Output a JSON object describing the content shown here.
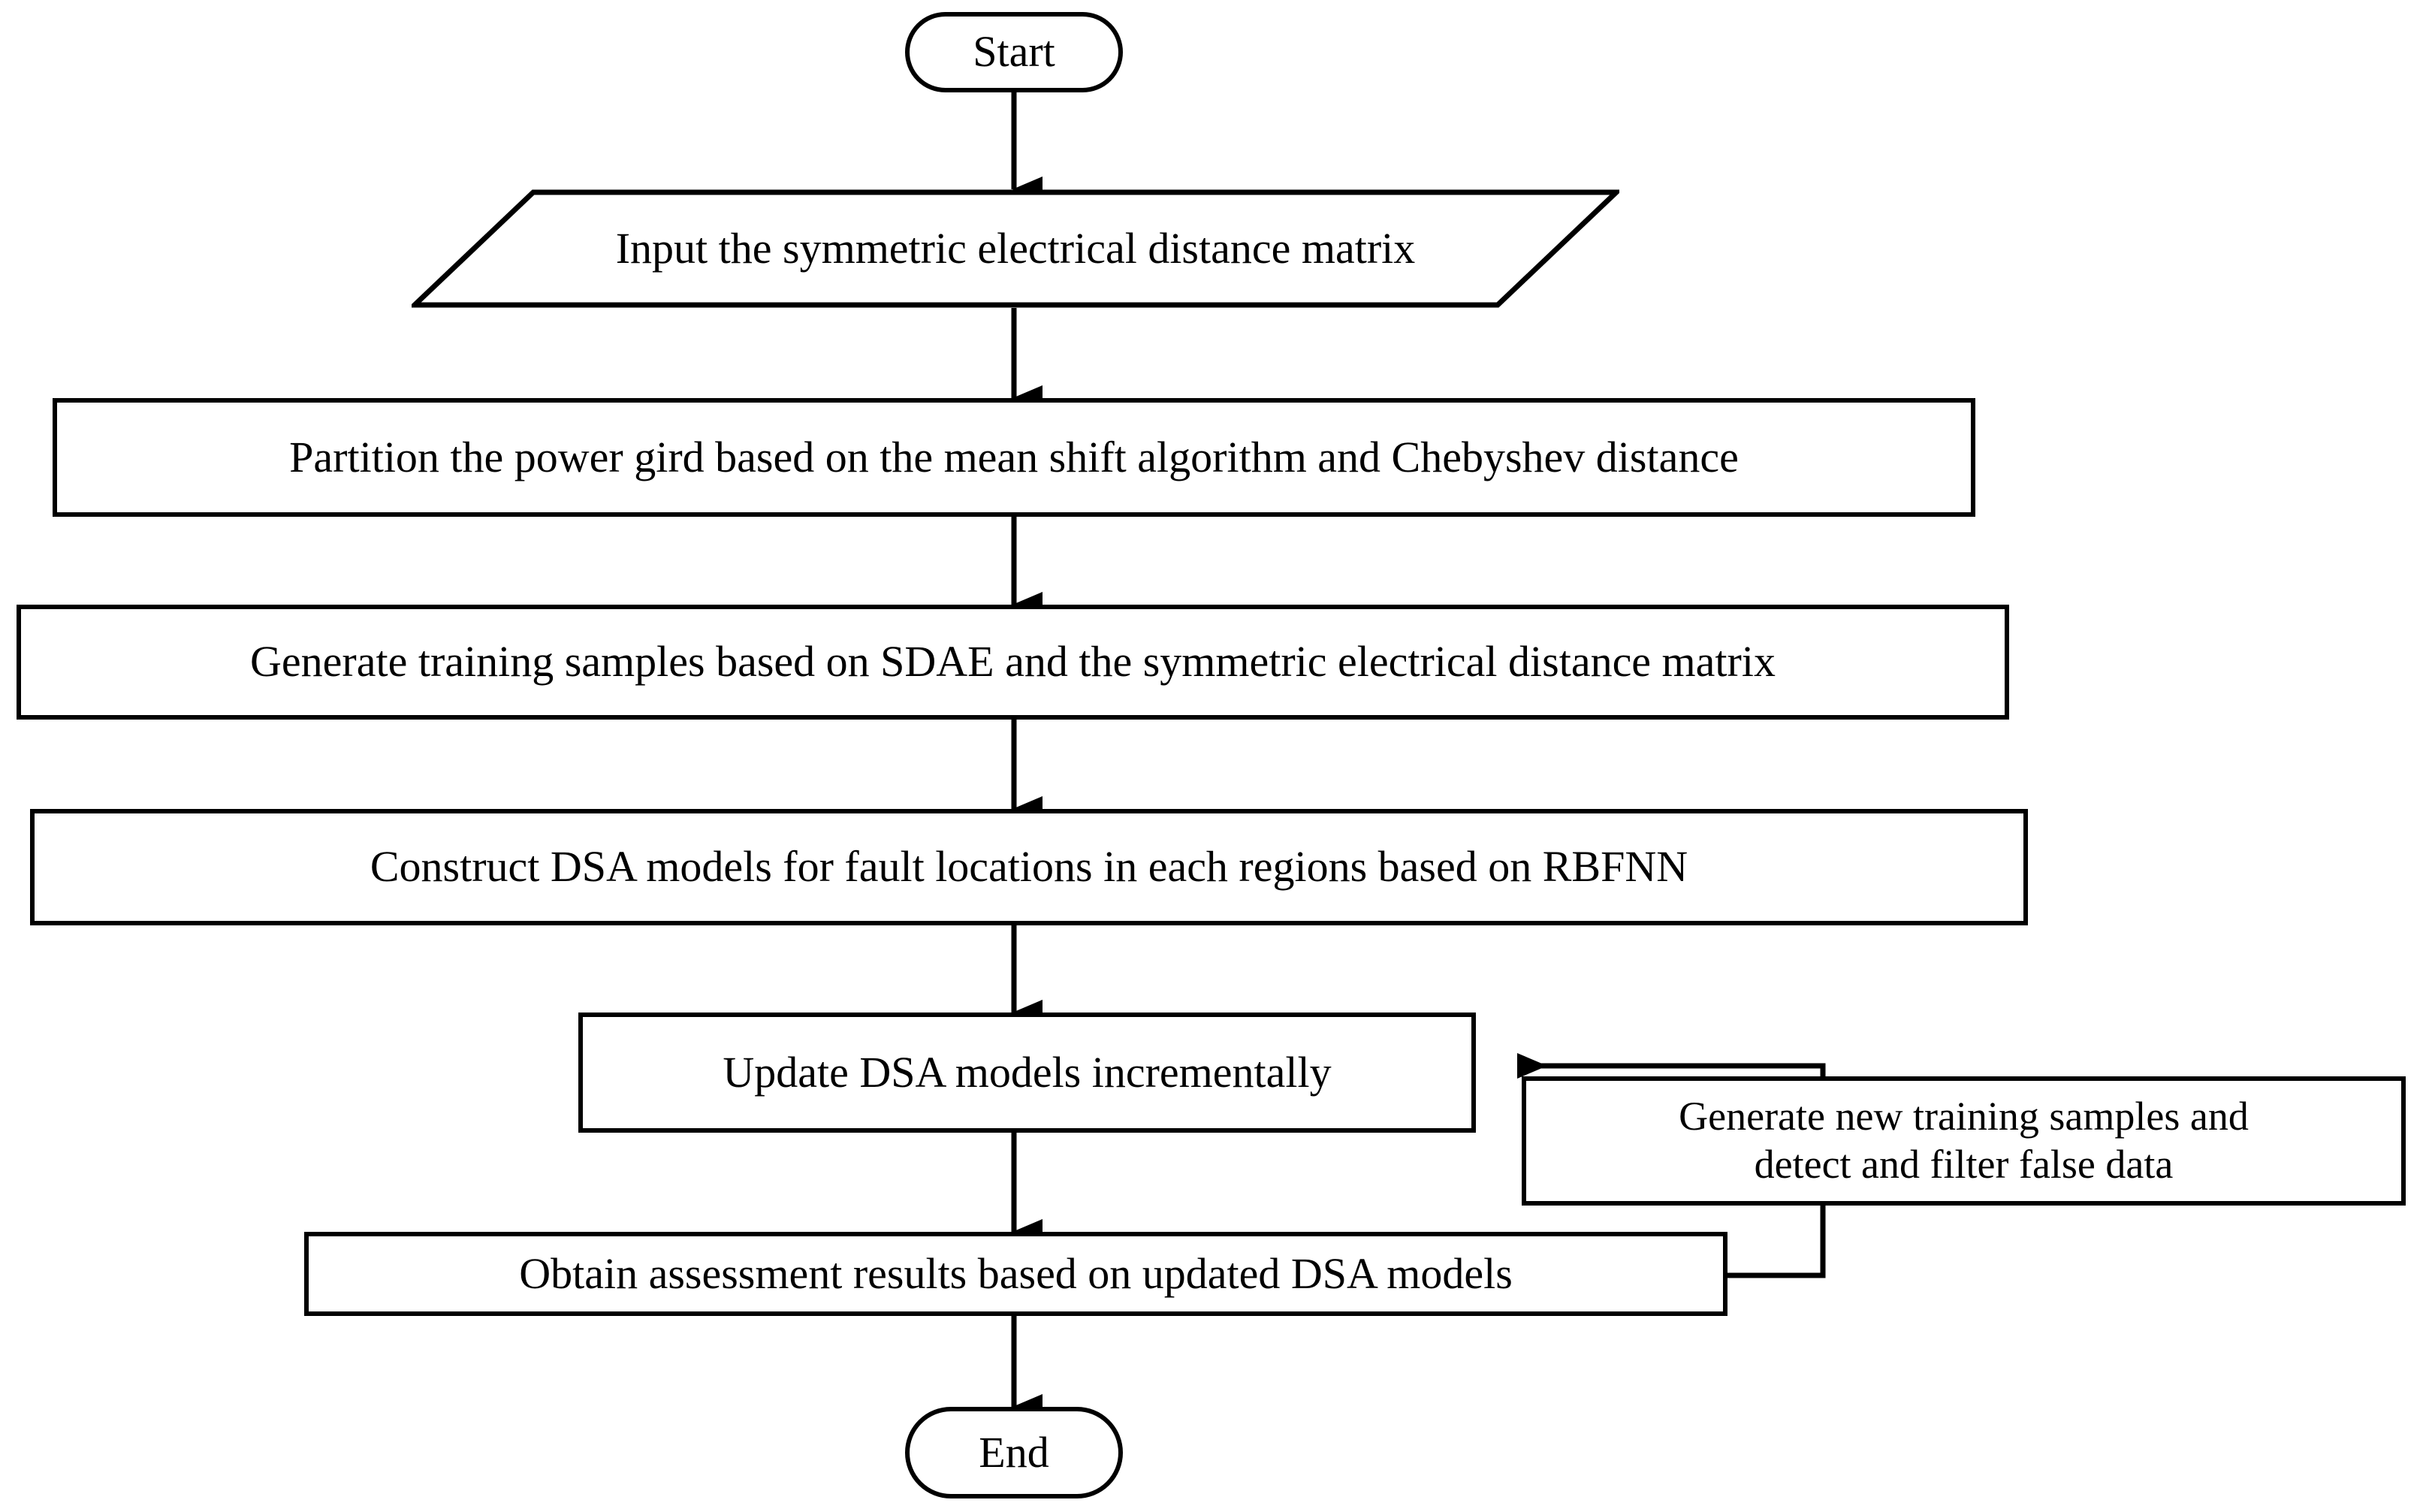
{
  "diagram": {
    "title": "Dynamic Security Assessment workflow flowchart",
    "stroke_color": "#000000",
    "fill_color": "#ffffff",
    "text_color": "#000000"
  },
  "nodes": {
    "start": {
      "label": "Start",
      "shape": "terminal"
    },
    "input_matrix": {
      "label": "Input the symmetric electrical distance matrix",
      "shape": "parallelogram"
    },
    "partition": {
      "label": "Partition the power gird based on the mean shift algorithm and Chebyshev distance",
      "shape": "process"
    },
    "generate_samples": {
      "label": "Generate training samples based on SDAE and the symmetric electrical distance matrix",
      "shape": "process"
    },
    "construct_models": {
      "label": "Construct DSA models for fault locations in each regions based on RBFNN",
      "shape": "process"
    },
    "update_models": {
      "label": "Update DSA models incrementally",
      "shape": "process"
    },
    "obtain_results": {
      "label": "Obtain assessment results based on updated DSA models",
      "shape": "process"
    },
    "feedback": {
      "label": "Generate new training samples and\ndetect and filter false data",
      "shape": "process"
    },
    "end": {
      "label": "End",
      "shape": "terminal"
    }
  },
  "connectors": [
    {
      "name": "start-to-input",
      "from": "start",
      "to": "input_matrix",
      "arrow": true
    },
    {
      "name": "input-to-partition",
      "from": "input_matrix",
      "to": "partition",
      "arrow": true
    },
    {
      "name": "partition-to-generate",
      "from": "partition",
      "to": "generate_samples",
      "arrow": true
    },
    {
      "name": "generate-to-construct",
      "from": "generate_samples",
      "to": "construct_models",
      "arrow": true
    },
    {
      "name": "construct-to-update",
      "from": "construct_models",
      "to": "update_models",
      "arrow": true
    },
    {
      "name": "update-to-obtain",
      "from": "update_models",
      "to": "obtain_results",
      "arrow": true
    },
    {
      "name": "obtain-to-end",
      "from": "obtain_results",
      "to": "end",
      "arrow": true
    },
    {
      "name": "feedback-loop",
      "from": "obtain_results",
      "to": "update_models",
      "arrow": true
    }
  ]
}
